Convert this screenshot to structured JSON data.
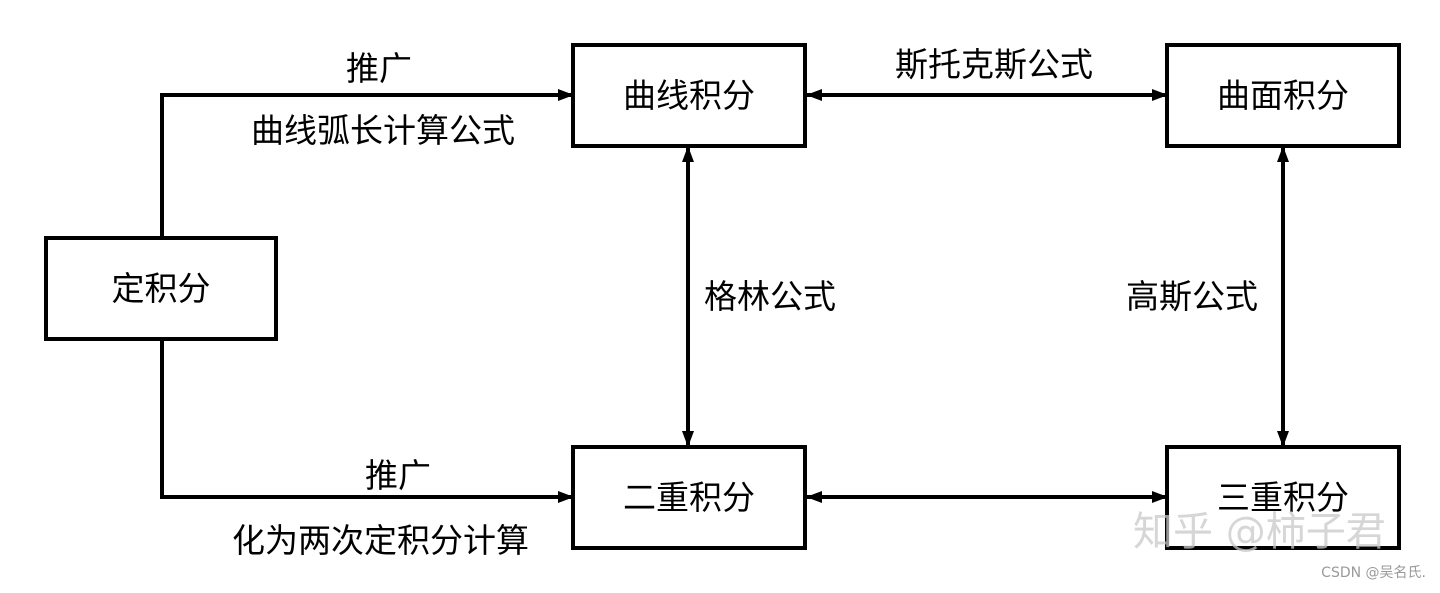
{
  "nodes": {
    "definite_integral": "定积分",
    "line_integral": "曲线积分",
    "surface_integral": "曲面积分",
    "double_integral": "二重积分",
    "triple_integral": "三重积分"
  },
  "edges": {
    "to_line_top": "推广",
    "to_line_bottom": "曲线弧长计算公式",
    "to_double_top": "推广",
    "to_double_bottom": "化为两次定积分计算",
    "stokes": "斯托克斯公式",
    "green": "格林公式",
    "gauss": "高斯公式"
  },
  "watermarks": {
    "zhihu": "知乎 @柿子君",
    "csdn": "CSDN @吴名氏."
  },
  "colors": {
    "line": "#000000",
    "box_border": "#000000",
    "watermark": "#c8c8c8"
  }
}
